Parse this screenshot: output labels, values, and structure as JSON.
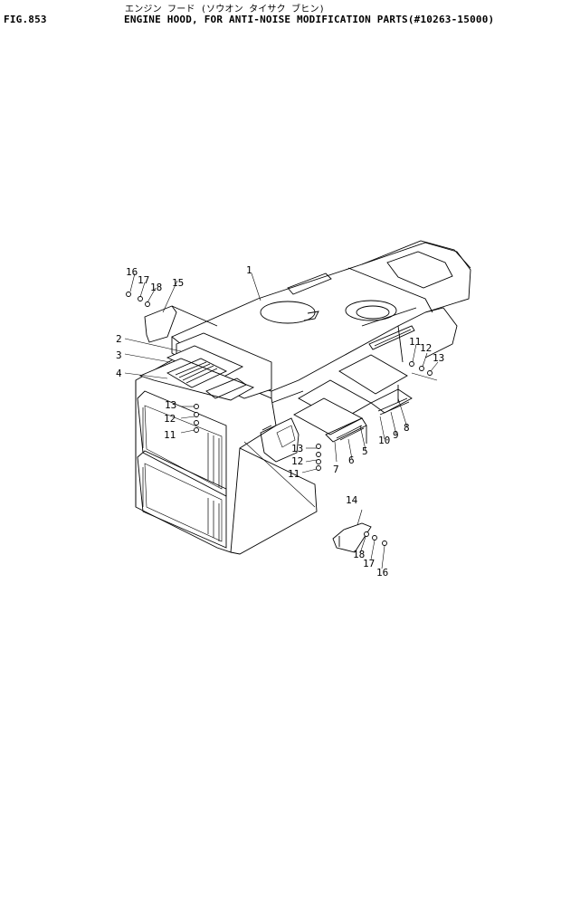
{
  "header": {
    "fig_label": "FIG.853",
    "title_jp": "エンジン フード (ソウオン タイサク ブヒン)",
    "title_en": "ENGINE HOOD, FOR ANTI-NOISE MODIFICATION PARTS(#10263-15000)"
  },
  "callouts": [
    {
      "id": "c1",
      "text": "1"
    },
    {
      "id": "c2",
      "text": "2"
    },
    {
      "id": "c3",
      "text": "3"
    },
    {
      "id": "c4",
      "text": "4"
    },
    {
      "id": "c5",
      "text": "5"
    },
    {
      "id": "c6",
      "text": "6"
    },
    {
      "id": "c7",
      "text": "7"
    },
    {
      "id": "c8",
      "text": "8"
    },
    {
      "id": "c9",
      "text": "9"
    },
    {
      "id": "c10",
      "text": "10"
    },
    {
      "id": "c11a",
      "text": "11"
    },
    {
      "id": "c11b",
      "text": "11"
    },
    {
      "id": "c11c",
      "text": "11"
    },
    {
      "id": "c12a",
      "text": "12"
    },
    {
      "id": "c12b",
      "text": "12"
    },
    {
      "id": "c12c",
      "text": "12"
    },
    {
      "id": "c13a",
      "text": "13"
    },
    {
      "id": "c13b",
      "text": "13"
    },
    {
      "id": "c13c",
      "text": "13"
    },
    {
      "id": "c14",
      "text": "14"
    },
    {
      "id": "c15",
      "text": "15"
    },
    {
      "id": "c16a",
      "text": "16"
    },
    {
      "id": "c16b",
      "text": "16"
    },
    {
      "id": "c17a",
      "text": "17"
    },
    {
      "id": "c17b",
      "text": "17"
    },
    {
      "id": "c18a",
      "text": "18"
    },
    {
      "id": "c18b",
      "text": "18"
    }
  ]
}
